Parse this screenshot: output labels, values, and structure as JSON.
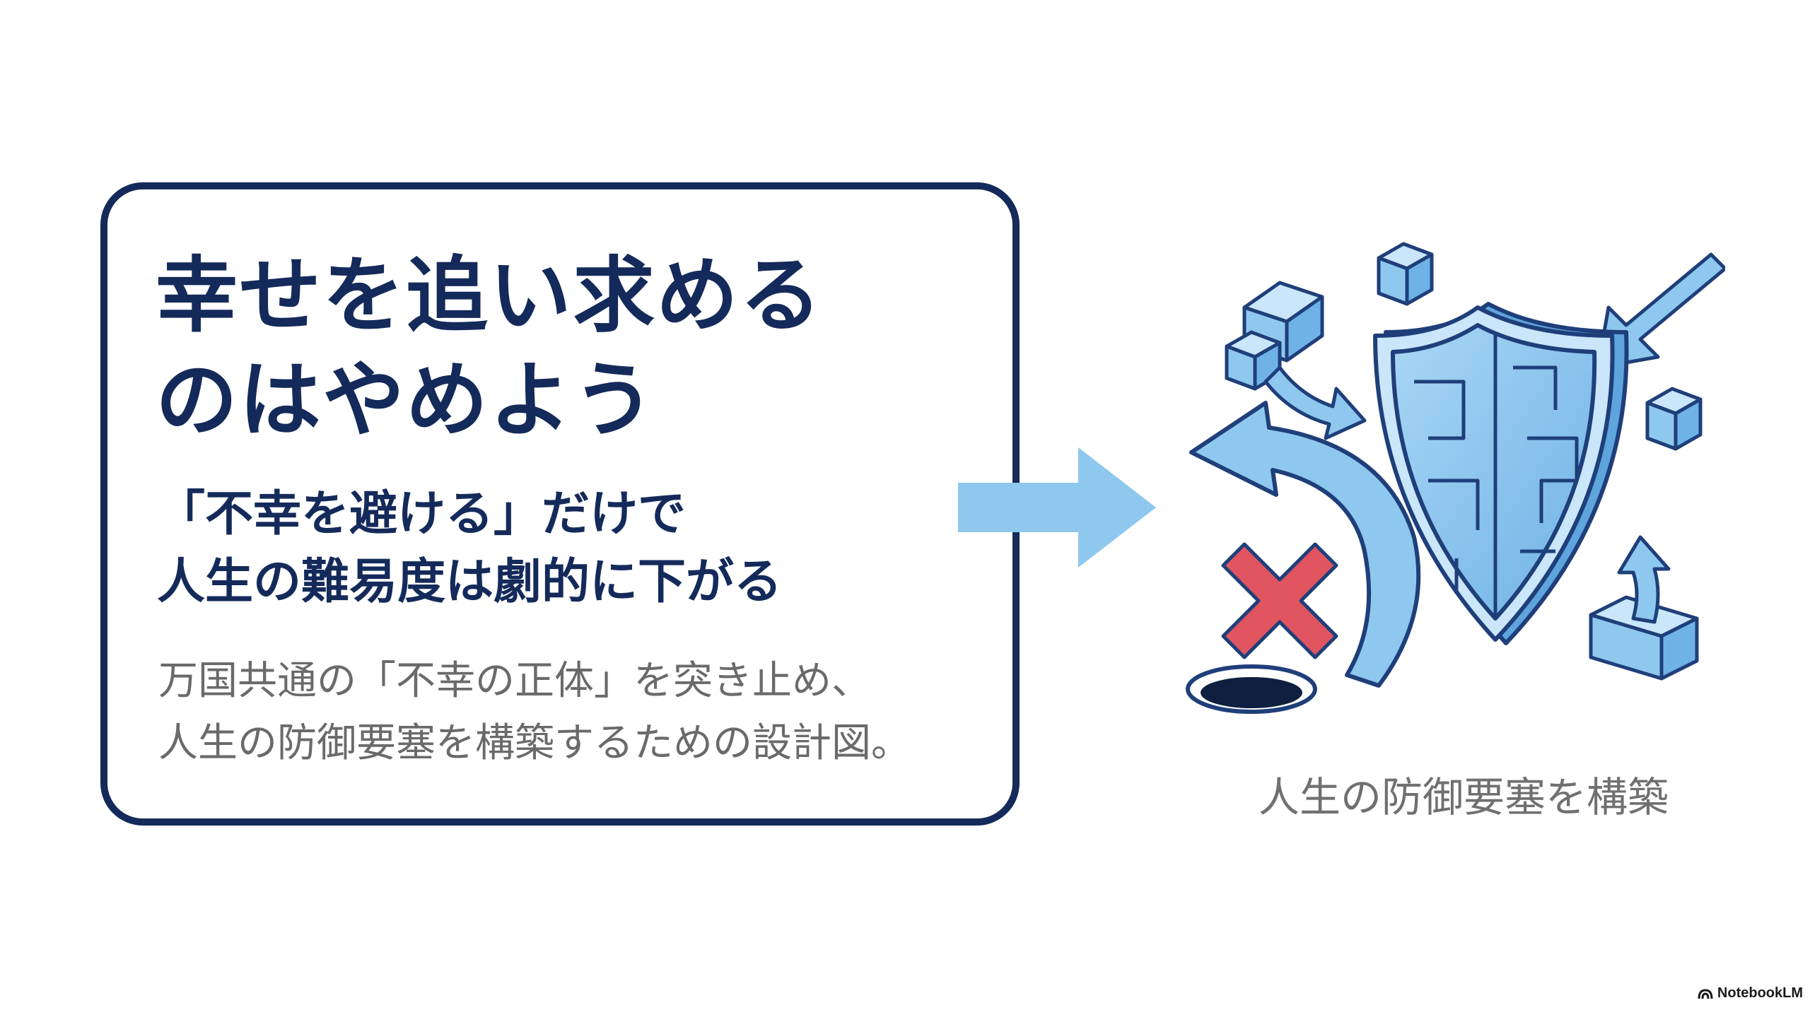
{
  "slide": {
    "headline": {
      "line1": "幸せを追い求める",
      "line2": "のはやめよう"
    },
    "subhead": {
      "line1": "「不幸を避ける」だけで",
      "line2": "人生の難易度は劇的に下がる"
    },
    "body": {
      "line1": "万国共通の「不幸の正体」を突き止め、",
      "line2": "人生の防御要塞を構築するための設計図。"
    },
    "illustration": {
      "caption": "人生の防御要塞を構築",
      "icons": [
        "shield-icon",
        "cube-icon",
        "arrow-icon",
        "cross-icon",
        "pit-icon"
      ]
    },
    "watermark": {
      "brand": "NotebookLM",
      "icon": "notebooklm-logo-icon"
    }
  },
  "colors": {
    "navy": "#142a5a",
    "gray_text": "#6a6a6a",
    "light_blue": "#8ec8ee",
    "blue_outline": "#1f3f7a",
    "red_cross": "#e05560",
    "background": "#ffffff"
  }
}
